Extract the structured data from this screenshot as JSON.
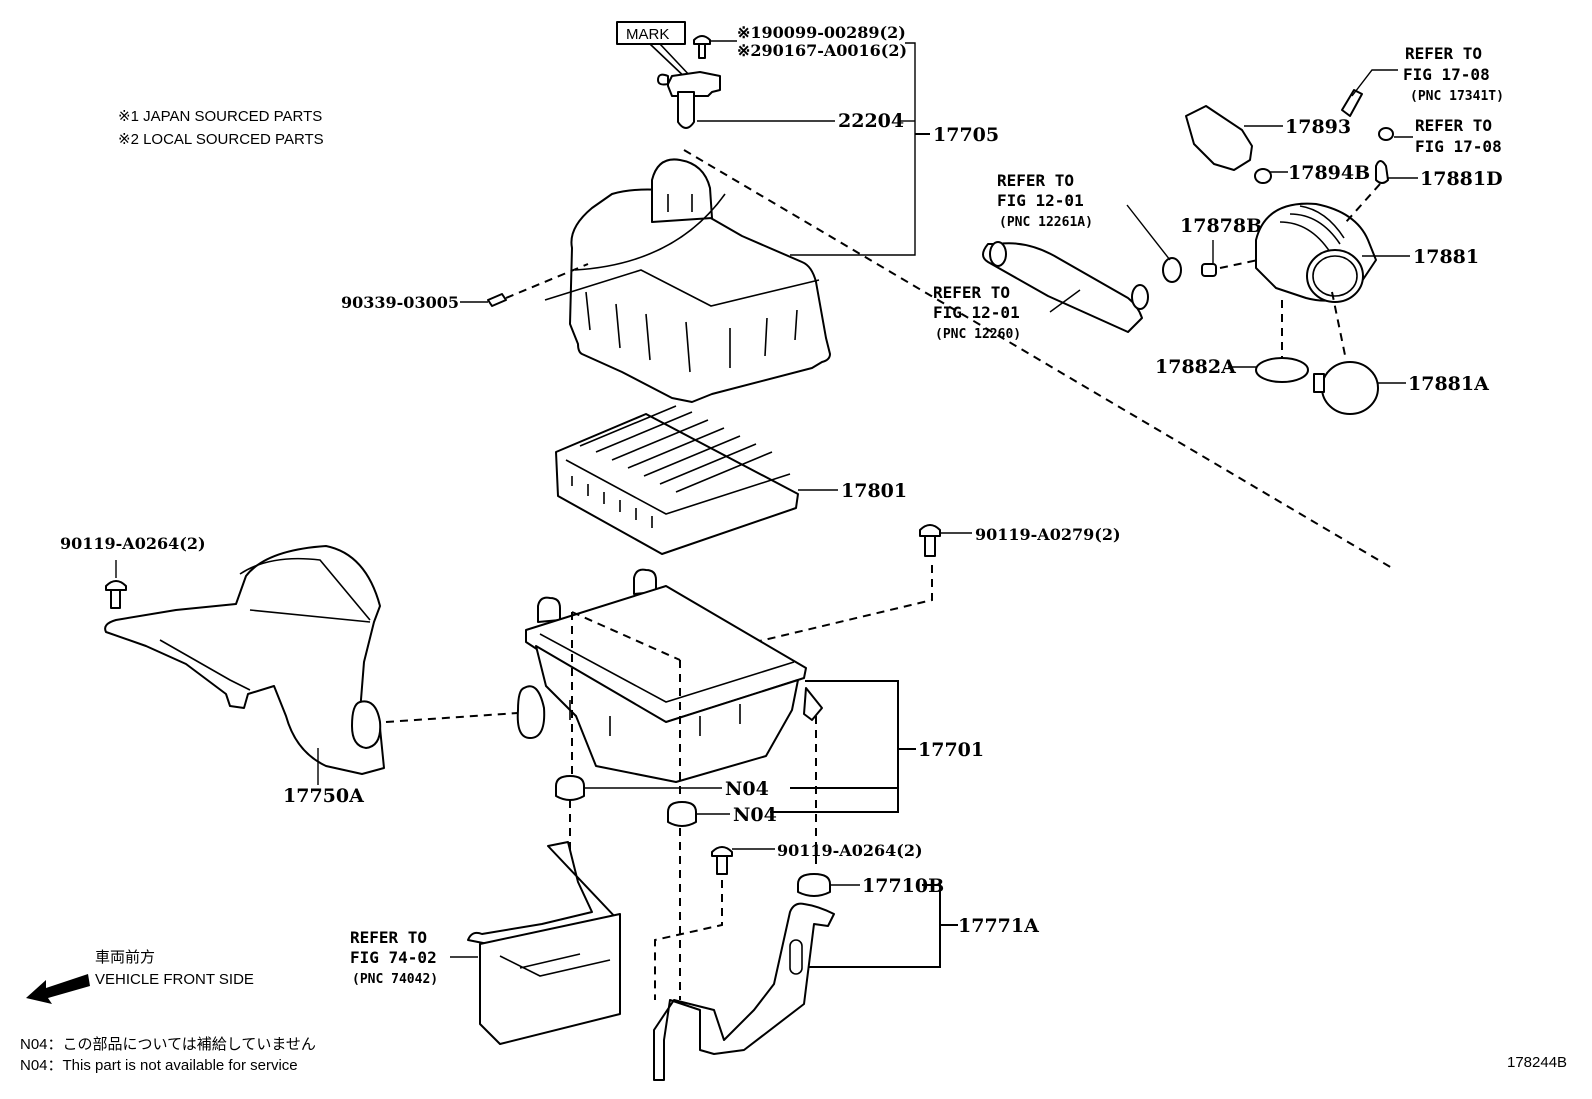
{
  "figure_id": "178244B",
  "legend": {
    "source_notes": [
      "※1 JAPAN SOURCED PARTS",
      "※2 LOCAL SOURCED PARTS"
    ],
    "vehicle_front_jp": "車両前方",
    "vehicle_front_en": "VEHICLE FRONT SIDE",
    "n04_note_jp": "N04：この部品については補給していません",
    "n04_note_en": "N04：This part is not available for service"
  },
  "mark_label": "MARK",
  "parts": {
    "bolt_jp": "※190099-00289(2)",
    "bolt_local": "※290167-A0016(2)",
    "sensor": "22204",
    "cap_assy": "17705",
    "pin": "90339-03005",
    "element": "17801",
    "bolt_left": "90119-A0264(2)",
    "bolt_right": "90119-A0279(2)",
    "inlet": "17750A",
    "case_assy": "17701",
    "n04_a": "N04",
    "n04_b": "N04",
    "bolt_bottom": "90119-A0264(2)",
    "grommet": "17710B",
    "bracket": "17771A",
    "resonator": "17893",
    "grommet_small": "17894B",
    "clip": "17881D",
    "hose": "17881",
    "union": "17878B",
    "clamp_a": "17882A",
    "clamp_b": "17881A"
  },
  "references": {
    "pcv_top": {
      "line1": "REFER TO",
      "line2": "FIG 17-08",
      "pnc": "(PNC 17341T)"
    },
    "pcv_lower": {
      "line1": "REFER TO",
      "line2": "FIG 17-08"
    },
    "hose_upper": {
      "line1": "REFER TO",
      "line2": "FIG 12-01",
      "pnc": "(PNC 12261A)"
    },
    "hose_lower": {
      "line1": "REFER TO",
      "line2": "FIG 12-01",
      "pnc": "(PNC 12260)"
    },
    "battery": {
      "line1": "REFER TO",
      "line2": "FIG 74-02",
      "pnc": "(PNC 74042)"
    }
  }
}
